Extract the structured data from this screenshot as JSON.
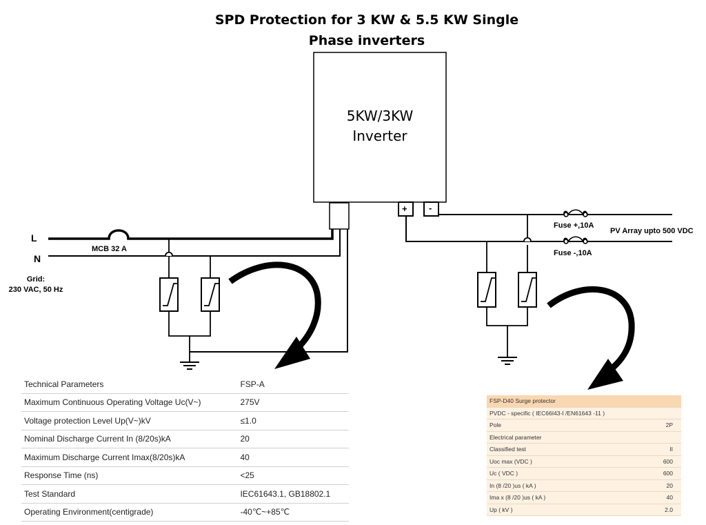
{
  "title": {
    "line1": "SPD Protection for 3 KW & 5.5 KW Single",
    "line2": "Phase inverters"
  },
  "inverter": {
    "line1": "5KW/3KW",
    "line2": "Inverter"
  },
  "terminals": {
    "plus": "+",
    "minus": "-"
  },
  "labels": {
    "L": "L",
    "N": "N",
    "mcb": "MCB 32 A",
    "grid_line1": "Grid:",
    "grid_line2": "230 VAC, 50 Hz",
    "fuse_pos": "Fuse +,10A",
    "fuse_neg": "Fuse -,10A",
    "pv": "PV Array upto 500 VDC"
  },
  "table_left": {
    "rows": [
      [
        "Technical Parameters",
        "FSP-A"
      ],
      [
        "Maximum Continuous Operating Voltage Uc(V~)",
        "275V"
      ],
      [
        "Voltage protection Level Up(V~)kV",
        "≤1.0"
      ],
      [
        "Nominal Discharge Current In (8/20s)kA",
        "20"
      ],
      [
        "Maximum Discharge Current Imax(8/20s)kA",
        "40"
      ],
      [
        "Response Time (ns)",
        "<25"
      ],
      [
        "Test Standard",
        "IEC61643.1, GB18802.1"
      ],
      [
        "Operating Environment(centigrade)",
        "-40℃~+85℃"
      ]
    ]
  },
  "table_right": {
    "rows": [
      [
        "FSP-D40 Surge protector",
        ""
      ],
      [
        "PVDC - specific ( IEC66I43-I /EN61643 -11 )",
        ""
      ],
      [
        "Pole",
        "2P"
      ],
      [
        "Electrical parameter",
        ""
      ],
      [
        "Classified test",
        "II"
      ],
      [
        "Uoc max (VDC )",
        "600"
      ],
      [
        "Uc ( VDC )",
        "600"
      ],
      [
        "In (8 /20 )us ( kA )",
        "20"
      ],
      [
        "Ima x (8 /20 )us ( kA )",
        "40"
      ],
      [
        "Up ( kV )",
        "2.0"
      ]
    ]
  }
}
